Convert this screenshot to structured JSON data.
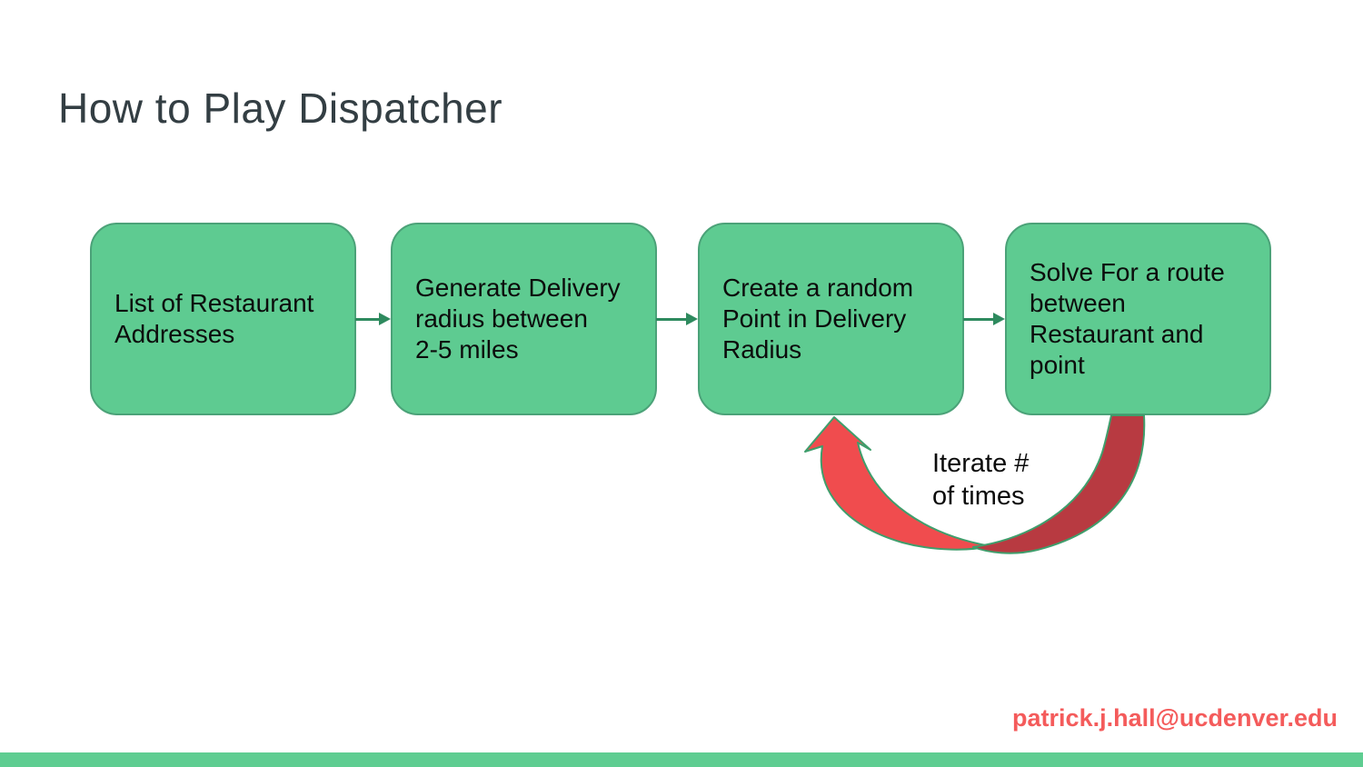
{
  "slide": {
    "title": "How to Play Dispatcher",
    "footer_email": "patrick.j.hall@ucdenver.edu"
  },
  "flowchart": {
    "boxes": [
      {
        "label": "List of Restaurant\nAddresses"
      },
      {
        "label": "Generate Delivery\nradius between\n2-5 miles"
      },
      {
        "label": "Create a random\nPoint in Delivery\nRadius"
      },
      {
        "label": "Solve For a route\nbetween\nRestaurant and\npoint"
      }
    ],
    "loop": {
      "label": "Iterate #\nof times"
    }
  },
  "colors": {
    "box_fill": "#5ecb91",
    "box_border": "#4ba278",
    "connector_arrow": "#2e8a5e",
    "loop_arrow_bright": "#f04c4e",
    "loop_arrow_dark": "#b83a41",
    "loop_arrow_outline": "#3f9e6c",
    "footer_bar": "#5ecd91",
    "email_text": "#f45b5b",
    "title_text": "#333e43"
  }
}
